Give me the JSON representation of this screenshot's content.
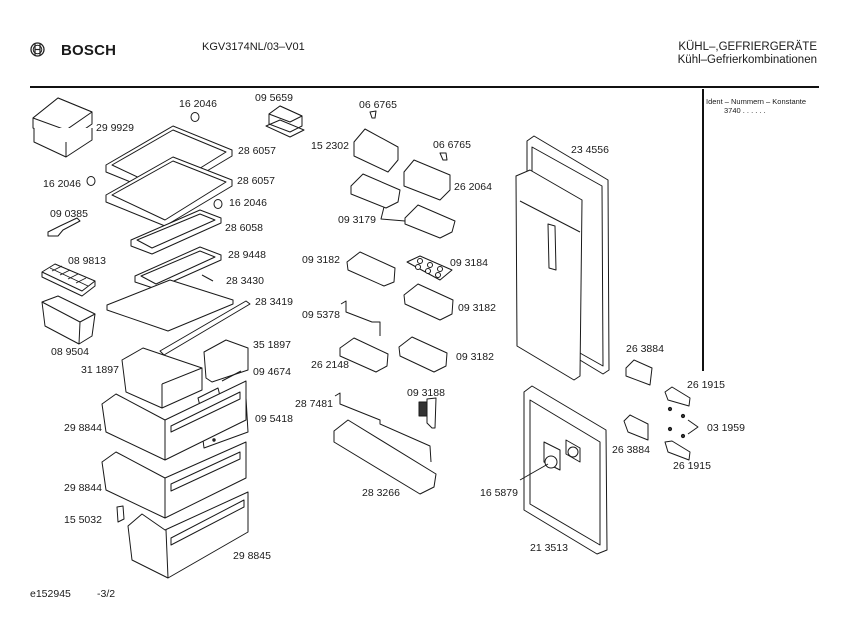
{
  "header": {
    "brand": "BOSCH",
    "logo_icon": "bosch-armature-icon",
    "model": "KGV3174NL/03–V01",
    "category_line1": "KÜHL–,GEFRIERGERÄTE",
    "category_line2": "Kühl–Gefrierkombinationen",
    "ident_label": "Ident – Nummern – Konstante",
    "ident_value": "3740 .  .   .  .  .  ."
  },
  "parts": [
    {
      "id": "lid-box",
      "number": "29 9929"
    },
    {
      "id": "shelf-pin-top",
      "number": "16 2046"
    },
    {
      "id": "egg-tray-lid",
      "number": "09 5659"
    },
    {
      "id": "screw-a",
      "number": "06 6765"
    },
    {
      "id": "glass-shelf-1",
      "number": "28 6057"
    },
    {
      "id": "bracket-cover-left",
      "number": "15 2302"
    },
    {
      "id": "screw-b",
      "number": "06 6765"
    },
    {
      "id": "door-inner",
      "number": "23 4556"
    },
    {
      "id": "glass-shelf-2",
      "number": "28 6057"
    },
    {
      "id": "shelf-pin-left",
      "number": "16 2046"
    },
    {
      "id": "bracket-cover-right",
      "number": "26 2064"
    },
    {
      "id": "shelf-pin-right",
      "number": "16 2046"
    },
    {
      "id": "ice-scraper",
      "number": "09 0385"
    },
    {
      "id": "glass-shelf-3",
      "number": "28 6058"
    },
    {
      "id": "butter-tray",
      "number": "09 3179"
    },
    {
      "id": "shelf-frame",
      "number": "28 9448"
    },
    {
      "id": "ice-cube-tray",
      "number": "08 9813"
    },
    {
      "id": "door-tray-1",
      "number": "09 3182"
    },
    {
      "id": "egg-holder",
      "number": "09 3184"
    },
    {
      "id": "glass-plate",
      "number": "28 3430"
    },
    {
      "id": "shelf-trim",
      "number": "28 3419"
    },
    {
      "id": "bottle-guard-wire",
      "number": "09 5378"
    },
    {
      "id": "door-tray-2",
      "number": "09 3182"
    },
    {
      "id": "ice-box",
      "number": "08 9504"
    },
    {
      "id": "crisper-right",
      "number": "35 1897"
    },
    {
      "id": "crisper-left",
      "number": "31 1897"
    },
    {
      "id": "door-tray-3",
      "number": "26 2148"
    },
    {
      "id": "door-tray-4",
      "number": "09 3182"
    },
    {
      "id": "hinge-cover-top",
      "number": "26 3884"
    },
    {
      "id": "crisper-cover",
      "number": "09 4674"
    },
    {
      "id": "hinge-top",
      "number": "26 1915"
    },
    {
      "id": "label-holder",
      "number": "09 3188"
    },
    {
      "id": "bottle-rail-wire",
      "number": "28 7481"
    },
    {
      "id": "drawer-1",
      "number": "29 8844"
    },
    {
      "id": "drawer-front-panel",
      "number": "09 5418"
    },
    {
      "id": "hinge-cover-bottom",
      "number": "26 3884"
    },
    {
      "id": "hinge-screws",
      "number": "03 1959"
    },
    {
      "id": "hinge-bottom",
      "number": "26 1915"
    },
    {
      "id": "bottle-shelf",
      "number": "28 3266"
    },
    {
      "id": "drawer-2",
      "number": "29 8844"
    },
    {
      "id": "thermostat-knob",
      "number": "16 5879"
    },
    {
      "id": "drawer-clip",
      "number": "15 5032"
    },
    {
      "id": "drawer-3",
      "number": "29 8845"
    },
    {
      "id": "freezer-door-inner",
      "number": "21 3513"
    }
  ],
  "footer": {
    "doc_id": "e152945",
    "page": "-3/2"
  }
}
